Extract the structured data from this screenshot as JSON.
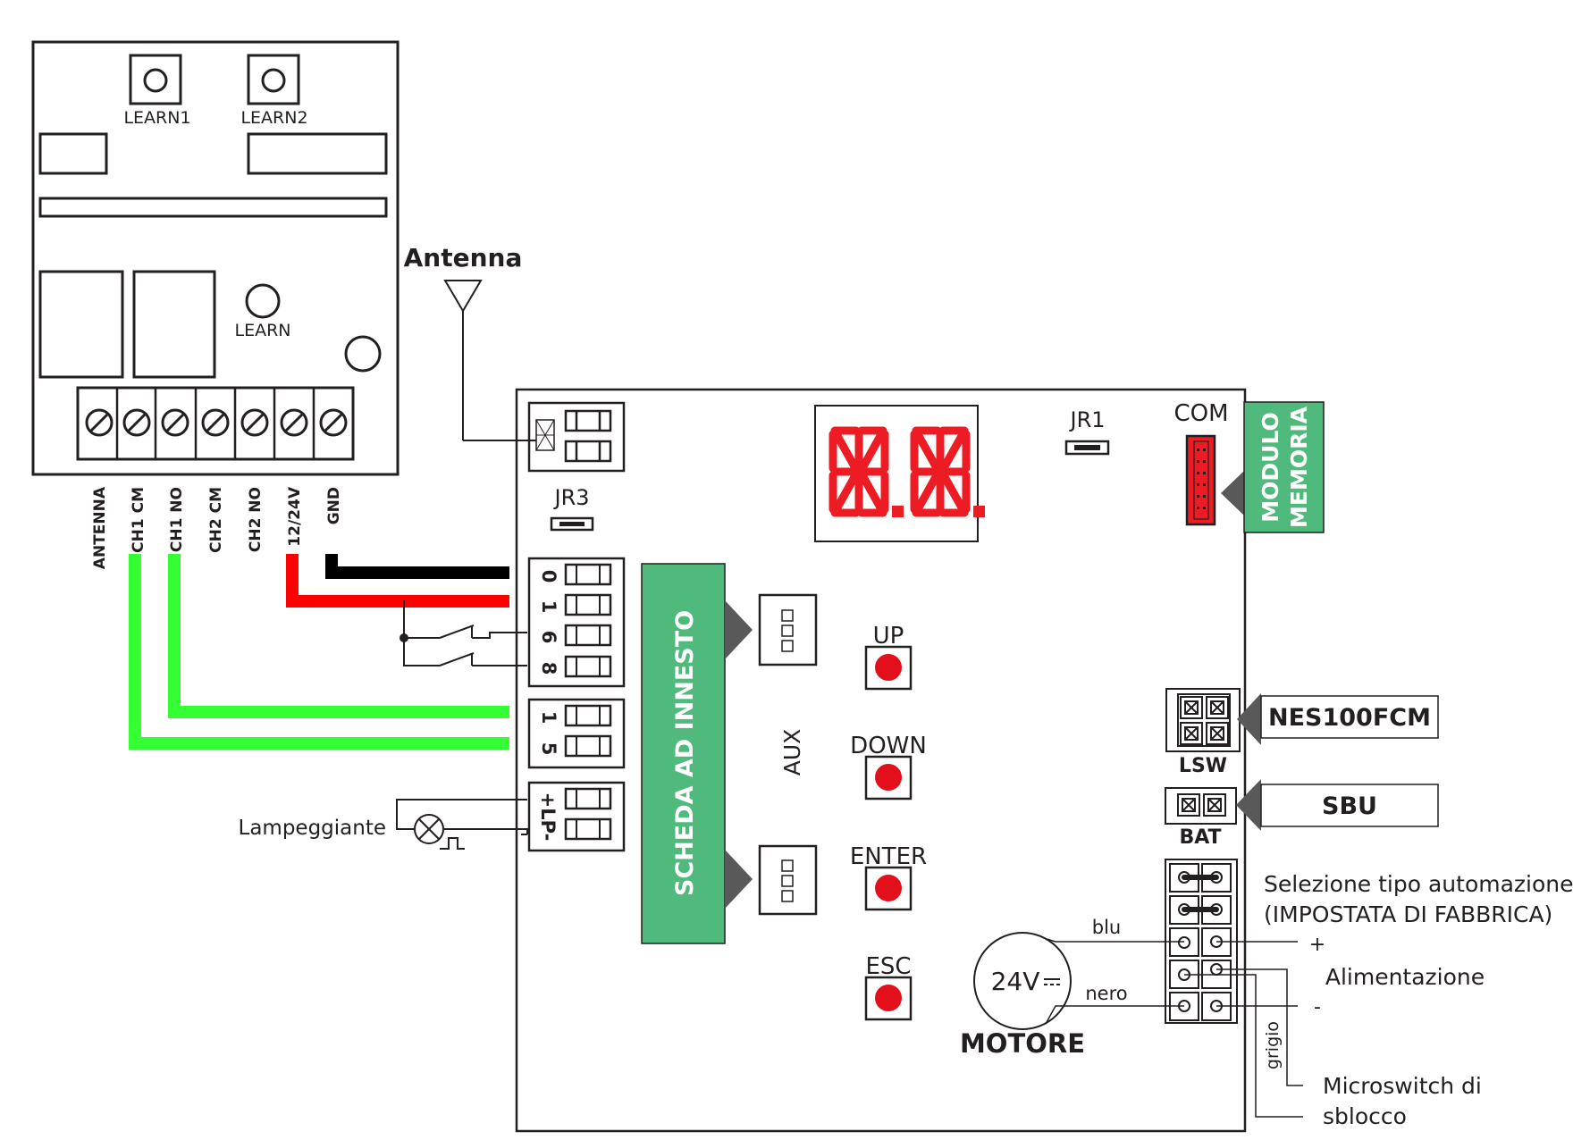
{
  "receiver": {
    "learn1": "LEARN1",
    "learn2": "LEARN2",
    "learn": "LEARN",
    "terminals": [
      "ANTENNA",
      "CH1 CM",
      "CH1 NO",
      "CH2 CM",
      "CH2 NO",
      "12/24V",
      "GND"
    ]
  },
  "antenna": {
    "label": "Antenna"
  },
  "board": {
    "jr1": "JR1",
    "jr3": "JR3",
    "com": "COM",
    "memory_module": [
      "MODULO",
      "MEMORIA"
    ],
    "plugin_board": "SCHEDA AD INNESTO",
    "aux": "AUX",
    "buttons": [
      "UP",
      "DOWN",
      "ENTER",
      "ESC"
    ],
    "terminal_numbers": [
      "0",
      "1",
      "6",
      "8",
      "1",
      "5"
    ],
    "flasher_terminal": "+LP-",
    "lsw": "LSW",
    "bat": "BAT",
    "lsw_module": "NES100FCM",
    "bat_module": "SBU"
  },
  "labels": {
    "flasher": "Lampeggiante",
    "automation_select_1": "Selezione tipo automazione",
    "automation_select_2": "(IMPOSTATA DI FABBRICA)",
    "power": "Alimentazione",
    "plus": "+",
    "minus": "-",
    "microswitch_1": "Microswitch di",
    "microswitch_2": "sblocco",
    "blu": "blu",
    "nero": "nero",
    "grigio": "grigio",
    "motor_voltage": "24V",
    "motor": "MOTORE"
  },
  "colors": {
    "wire_green": "#33ff33",
    "wire_red": "#ff0000",
    "wire_black": "#000000",
    "module_green": "#4fba7b",
    "led_red": "#ed1c24",
    "button_red": "#e3101b"
  },
  "icons": [
    "antenna-icon",
    "lamp-icon",
    "screw-terminal-icon",
    "arrow-icon"
  ]
}
